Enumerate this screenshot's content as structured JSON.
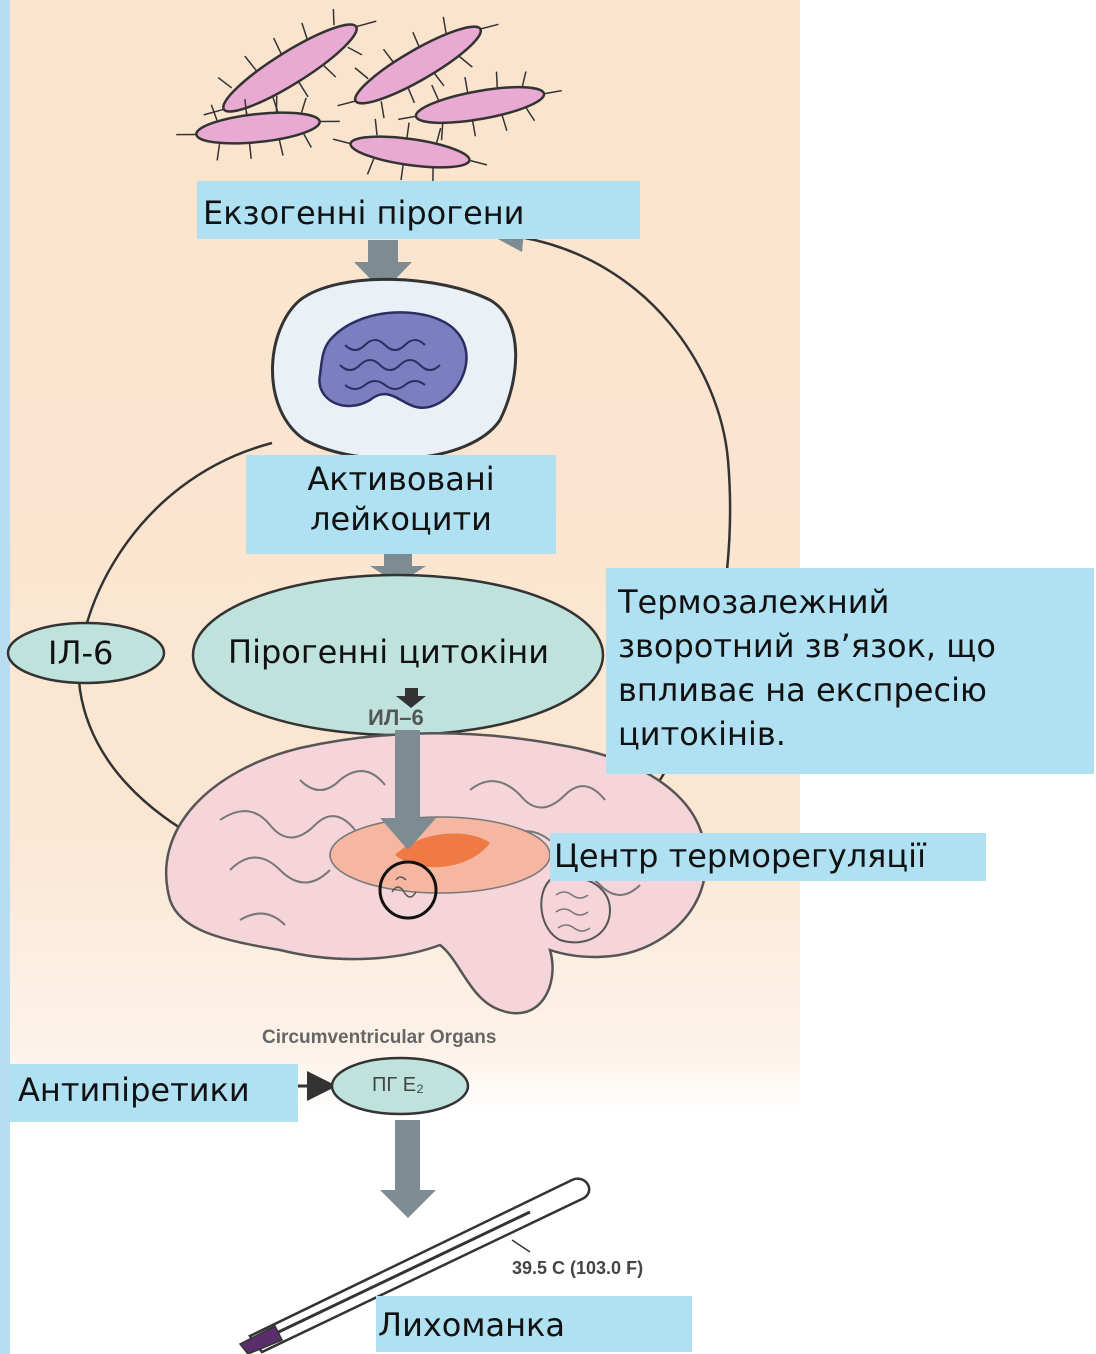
{
  "labels": {
    "exogenous_pyrogens": "Екзогенні пірогени",
    "activated_leukocytes": "Активовані\nлейкоцити",
    "pyrogenic_cytokines": "Пірогенні цитокіни",
    "il6_left": "ІЛ-6",
    "thermo_feedback": "Термозалежний\nзворотний зв’язок, що\nвпливає на експресію\nцитокінів.",
    "thermoreg_center": "Центр терморегуляції",
    "antipyretics": "Антипіретики",
    "fever": "Лихоманка"
  },
  "figure_text": {
    "il6_small": "ИЛ–6",
    "circumventricular": "Circumventricular Organs",
    "pge2": "ПГ E₂",
    "thermometer_reading": "39.5 C (103.0 F)"
  },
  "colors": {
    "label_bg": "#b0e1f2",
    "panel_bg": "#fbe4cd",
    "ellipse_fill": "#bfe3dc",
    "arrow": "#7d8b92",
    "bacteria_fill": "#e8a9d3",
    "thermo_center": "#f07a45"
  }
}
